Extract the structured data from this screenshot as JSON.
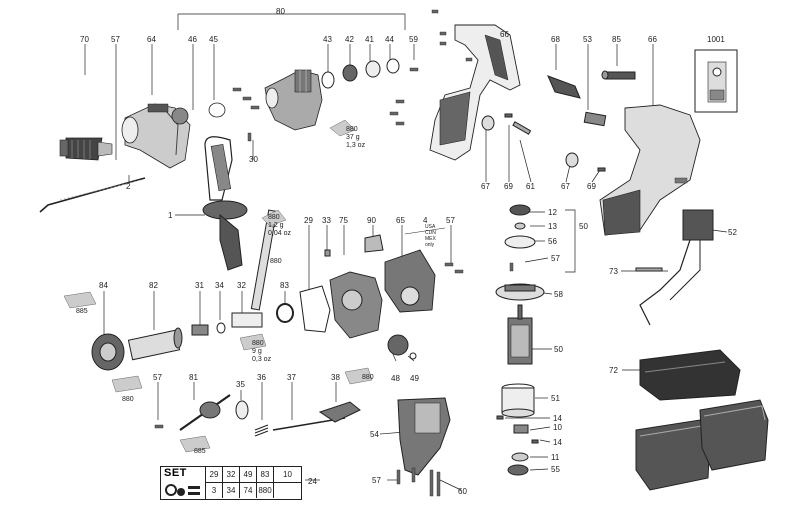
{
  "diagram": {
    "callouts": [
      {
        "id": "80",
        "text": "80"
      },
      {
        "id": "70",
        "text": "70"
      },
      {
        "id": "57a",
        "text": "57"
      },
      {
        "id": "64",
        "text": "64"
      },
      {
        "id": "46",
        "text": "46"
      },
      {
        "id": "45",
        "text": "45"
      },
      {
        "id": "43",
        "text": "43"
      },
      {
        "id": "42",
        "text": "42"
      },
      {
        "id": "41",
        "text": "41"
      },
      {
        "id": "44",
        "text": "44"
      },
      {
        "id": "59",
        "text": "59"
      },
      {
        "id": "66a",
        "text": "66"
      },
      {
        "id": "68",
        "text": "68"
      },
      {
        "id": "53",
        "text": "53"
      },
      {
        "id": "85",
        "text": "85"
      },
      {
        "id": "66b",
        "text": "66"
      },
      {
        "id": "1001",
        "text": "1001"
      },
      {
        "id": "30",
        "text": "30"
      },
      {
        "id": "2",
        "text": "2"
      },
      {
        "id": "1",
        "text": "1"
      },
      {
        "id": "67a",
        "text": "67"
      },
      {
        "id": "69a",
        "text": "69"
      },
      {
        "id": "61",
        "text": "61"
      },
      {
        "id": "67b",
        "text": "67"
      },
      {
        "id": "69b",
        "text": "69"
      },
      {
        "id": "29",
        "text": "29"
      },
      {
        "id": "33",
        "text": "33"
      },
      {
        "id": "75",
        "text": "75"
      },
      {
        "id": "90",
        "text": "90"
      },
      {
        "id": "65",
        "text": "65"
      },
      {
        "id": "4",
        "text": "4"
      },
      {
        "id": "57b",
        "text": "57"
      },
      {
        "id": "12",
        "text": "12"
      },
      {
        "id": "13",
        "text": "13"
      },
      {
        "id": "56",
        "text": "56"
      },
      {
        "id": "50a",
        "text": "50"
      },
      {
        "id": "57c",
        "text": "57"
      },
      {
        "id": "52",
        "text": "52"
      },
      {
        "id": "73",
        "text": "73"
      },
      {
        "id": "84",
        "text": "84"
      },
      {
        "id": "82",
        "text": "82"
      },
      {
        "id": "31",
        "text": "31"
      },
      {
        "id": "34",
        "text": "34"
      },
      {
        "id": "32",
        "text": "32"
      },
      {
        "id": "83",
        "text": "83"
      },
      {
        "id": "58",
        "text": "58"
      },
      {
        "id": "50b",
        "text": "50"
      },
      {
        "id": "48",
        "text": "48"
      },
      {
        "id": "49",
        "text": "49"
      },
      {
        "id": "72",
        "text": "72"
      },
      {
        "id": "57d",
        "text": "57"
      },
      {
        "id": "81",
        "text": "81"
      },
      {
        "id": "35",
        "text": "35"
      },
      {
        "id": "36",
        "text": "36"
      },
      {
        "id": "37",
        "text": "37"
      },
      {
        "id": "38",
        "text": "38"
      },
      {
        "id": "51",
        "text": "51"
      },
      {
        "id": "14a",
        "text": "14"
      },
      {
        "id": "10",
        "text": "10"
      },
      {
        "id": "14b",
        "text": "14"
      },
      {
        "id": "54",
        "text": "54"
      },
      {
        "id": "11",
        "text": "11"
      },
      {
        "id": "55",
        "text": "55"
      },
      {
        "id": "57e",
        "text": "57"
      },
      {
        "id": "60",
        "text": "60"
      },
      {
        "id": "24",
        "text": "24"
      }
    ],
    "grease_notes": [
      {
        "id": "g-880-top",
        "lines": [
          "880",
          "37 g",
          "1,3 oz"
        ]
      },
      {
        "id": "g-880-mid",
        "lines": [
          "880",
          "1,2 g",
          "0,04 oz"
        ]
      },
      {
        "id": "g-880-small",
        "lines": [
          "880"
        ]
      },
      {
        "id": "g-885-left",
        "lines": [
          "885"
        ]
      },
      {
        "id": "g-880-left",
        "lines": [
          "880"
        ]
      },
      {
        "id": "g-880-lower",
        "lines": [
          "880",
          "9 g",
          "0,3 oz"
        ]
      },
      {
        "id": "g-880-48",
        "lines": [
          "880"
        ]
      },
      {
        "id": "g-885-bottom",
        "lines": [
          "885"
        ]
      }
    ],
    "region_note": [
      "USA",
      "CDN",
      "MEX",
      "only"
    ]
  },
  "set_table": {
    "title": "SET",
    "row1": [
      "29",
      "32",
      "49",
      "83",
      "10"
    ],
    "row2": [
      "3",
      "34",
      "74",
      "880"
    ]
  },
  "colors": {
    "line": "#222222",
    "part_dark": "#333333",
    "part_mid": "#7a7a7a",
    "part_light": "#d9d9d9",
    "paper": "#ffffff"
  }
}
